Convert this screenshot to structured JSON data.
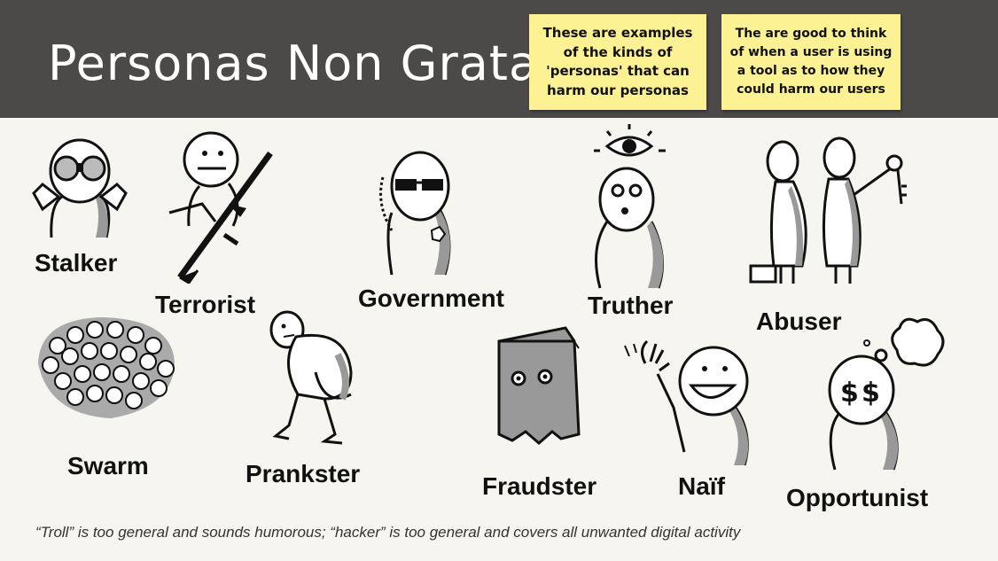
{
  "slide": {
    "title": "Personas Non Grata",
    "notes": [
      "These are examples of the kinds of 'personas' that can harm our personas",
      "The are good to think of when a user is using a tool as to how they could harm our users"
    ],
    "personas": [
      {
        "label": "Stalker",
        "icon": "stalker-binoculars-icon"
      },
      {
        "label": "Terrorist",
        "icon": "terrorist-rifle-icon"
      },
      {
        "label": "Government",
        "icon": "government-agent-icon"
      },
      {
        "label": "Truther",
        "icon": "truther-eye-icon"
      },
      {
        "label": "Abuser",
        "icon": "abuser-figures-icon"
      },
      {
        "label": "Swarm",
        "icon": "swarm-crowd-icon"
      },
      {
        "label": "Prankster",
        "icon": "prankster-mooning-icon"
      },
      {
        "label": "Fraudster",
        "icon": "fraudster-bag-icon"
      },
      {
        "label": "Naïf",
        "icon": "naif-waving-icon"
      },
      {
        "label": "Opportunist",
        "icon": "opportunist-dollar-icon"
      }
    ],
    "footer": "“Troll” is too general and sounds humorous;  “hacker” is too general and covers all unwanted digital activity"
  },
  "colors": {
    "header": "#4b4a48",
    "background": "#f6f5ef",
    "sticky_note": "#fdf293"
  }
}
